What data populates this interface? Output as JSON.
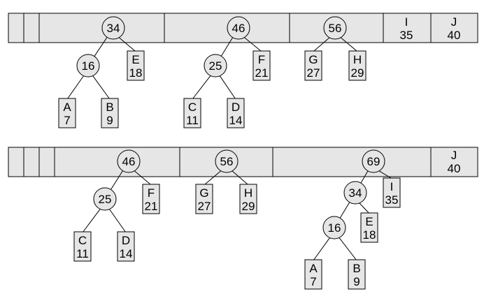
{
  "panels": [
    {
      "id": "top",
      "nodes": [
        {
          "id": "t34",
          "type": "internal",
          "text": "34"
        },
        {
          "id": "t16",
          "type": "internal",
          "text": "16"
        },
        {
          "id": "tE",
          "type": "leaf",
          "letter": "E",
          "value": "18"
        },
        {
          "id": "tA",
          "type": "leaf",
          "letter": "A",
          "value": "7"
        },
        {
          "id": "tB",
          "type": "leaf",
          "letter": "B",
          "value": "9"
        },
        {
          "id": "t46",
          "type": "internal",
          "text": "46"
        },
        {
          "id": "t25",
          "type": "internal",
          "text": "25"
        },
        {
          "id": "tF",
          "type": "leaf",
          "letter": "F",
          "value": "21"
        },
        {
          "id": "tC",
          "type": "leaf",
          "letter": "C",
          "value": "11"
        },
        {
          "id": "tD",
          "type": "leaf",
          "letter": "D",
          "value": "14"
        },
        {
          "id": "t56",
          "type": "internal",
          "text": "56"
        },
        {
          "id": "tG",
          "type": "leaf",
          "letter": "G",
          "value": "27"
        },
        {
          "id": "tH",
          "type": "leaf",
          "letter": "H",
          "value": "29"
        },
        {
          "id": "tI",
          "type": "slot-leaf",
          "letter": "I",
          "value": "35"
        },
        {
          "id": "tJ",
          "type": "slot-leaf",
          "letter": "J",
          "value": "40"
        }
      ],
      "edges": [
        [
          "t34",
          "t16"
        ],
        [
          "t34",
          "tE"
        ],
        [
          "t16",
          "tA"
        ],
        [
          "t16",
          "tB"
        ],
        [
          "t46",
          "t25"
        ],
        [
          "t46",
          "tF"
        ],
        [
          "t25",
          "tC"
        ],
        [
          "t25",
          "tD"
        ],
        [
          "t56",
          "tG"
        ],
        [
          "t56",
          "tH"
        ]
      ]
    },
    {
      "id": "bottom",
      "nodes": [
        {
          "id": "b46",
          "type": "internal",
          "text": "46"
        },
        {
          "id": "b25",
          "type": "internal",
          "text": "25"
        },
        {
          "id": "bF",
          "type": "leaf",
          "letter": "F",
          "value": "21"
        },
        {
          "id": "bC",
          "type": "leaf",
          "letter": "C",
          "value": "11"
        },
        {
          "id": "bD",
          "type": "leaf",
          "letter": "D",
          "value": "14"
        },
        {
          "id": "b56",
          "type": "internal",
          "text": "56"
        },
        {
          "id": "bG",
          "type": "leaf",
          "letter": "G",
          "value": "27"
        },
        {
          "id": "bH",
          "type": "leaf",
          "letter": "H",
          "value": "29"
        },
        {
          "id": "b69",
          "type": "internal",
          "text": "69"
        },
        {
          "id": "b34",
          "type": "internal",
          "text": "34"
        },
        {
          "id": "bI",
          "type": "leaf",
          "letter": "I",
          "value": "35"
        },
        {
          "id": "b16",
          "type": "internal",
          "text": "16"
        },
        {
          "id": "bE",
          "type": "leaf",
          "letter": "E",
          "value": "18"
        },
        {
          "id": "bA",
          "type": "leaf",
          "letter": "A",
          "value": "7"
        },
        {
          "id": "bB",
          "type": "leaf",
          "letter": "B",
          "value": "9"
        },
        {
          "id": "bJ",
          "type": "slot-leaf",
          "letter": "J",
          "value": "40"
        }
      ],
      "edges": [
        [
          "b46",
          "b25"
        ],
        [
          "b46",
          "bF"
        ],
        [
          "b25",
          "bC"
        ],
        [
          "b25",
          "bD"
        ],
        [
          "b56",
          "bG"
        ],
        [
          "b56",
          "bH"
        ],
        [
          "b69",
          "b34"
        ],
        [
          "b69",
          "bI"
        ],
        [
          "b34",
          "b16"
        ],
        [
          "b34",
          "bE"
        ],
        [
          "b16",
          "bA"
        ],
        [
          "b16",
          "bB"
        ]
      ]
    }
  ],
  "colors": {
    "fill": "#e6e6e6",
    "stroke": "#000000"
  }
}
